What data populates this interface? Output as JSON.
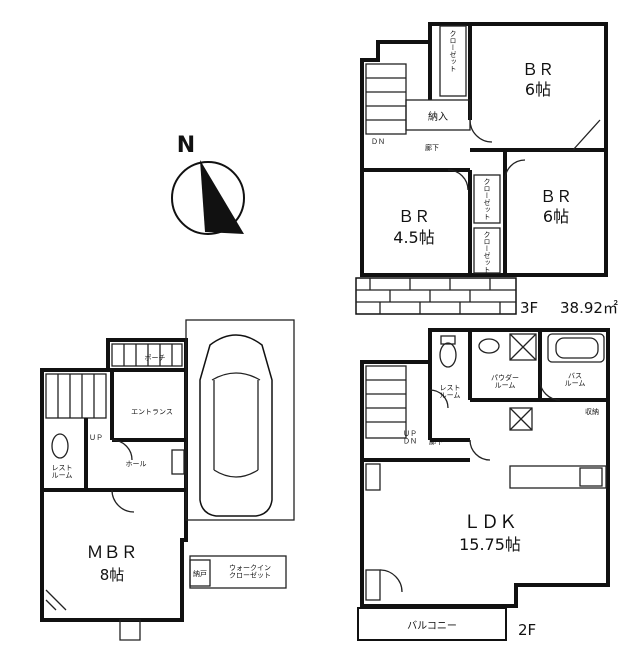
{
  "compass": {
    "north_label": "N"
  },
  "floor3": {
    "floor_label": "3F",
    "area": "38.92㎡",
    "rooms": {
      "br_top": {
        "name": "ＢＲ",
        "size": "6帖"
      },
      "br_left": {
        "name": "ＢＲ",
        "size": "4.5帖"
      },
      "br_right": {
        "name": "ＢＲ",
        "size": "6帖"
      },
      "closet_top": "クローゼット",
      "closet_mid": "クローゼット",
      "closet_low": "クローゼット",
      "storage": "納入",
      "corridor": "廊下",
      "dn": "ＤＮ"
    }
  },
  "floor2": {
    "floor_label": "2F",
    "rooms": {
      "ldk": {
        "name": "ＬＤＫ",
        "size": "15.75帖"
      },
      "restroom": "レスト\nルーム",
      "powder": "パウダー\nルーム",
      "bath": "バス\nルーム",
      "storage": "収納",
      "balcony": "バルコニー",
      "corridor": "廊下",
      "updn": "ＵＰ\nＤＮ"
    }
  },
  "floor1": {
    "rooms": {
      "mbr": {
        "name": "ＭＢＲ",
        "size": "8帖"
      },
      "porch": "ポーチ",
      "entrance": "エントランス",
      "hall": "ホール",
      "restroom": "レスト\nルーム",
      "walkin": "ウォークイン\nクローゼット",
      "storage": "納戸",
      "up": "ＵＰ"
    }
  }
}
